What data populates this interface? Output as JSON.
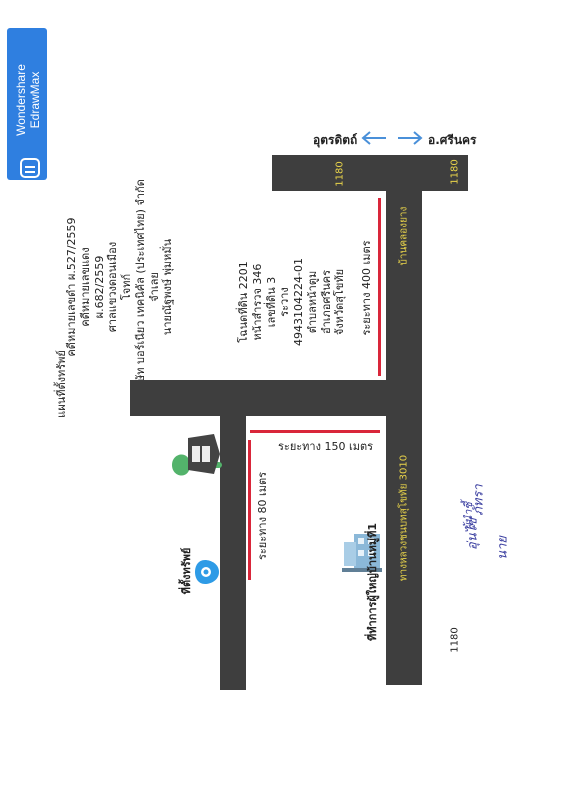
{
  "watermark": {
    "line1": "Wondershare",
    "line2": "EdrawMax"
  },
  "title": "แผนที่ตั้งทรัพย์",
  "case_info": {
    "lines": [
      "คดีหมายเลขดำ ผ.527/2559",
      "คดีหมายเลขแดง",
      "ผ.682/2559",
      "ศาลแขวงดอนเมือง",
      "โจทก์",
      "บริษัท บอร์เนียว เทคนิคัล (ประเทศไทย) จำกัด",
      "จำเลย",
      "นายณัฐพงษ์ พุ่มหมั่น"
    ]
  },
  "deed_info": {
    "lines": [
      "โฉนดที่ดิน 2201",
      "หน้าสำรวจ 346",
      "เลขที่ดิน 3",
      "ระวาง",
      "4943104224-01",
      "ตำบลหน้าตูม",
      "อำเภอศรีนคร",
      "จังหวัดสุโขทัย"
    ]
  },
  "directions": {
    "left": "อุตรดิตถ์",
    "right": "อ.ศรีนคร"
  },
  "road_labels": {
    "route_1180_a": "1180",
    "route_1180_b": "1180",
    "route_1180_c": "1180",
    "village": "บ้านคลองยาง",
    "highway": "ทางหลวงชนบทสุโขทัย 3010"
  },
  "distances": {
    "d400": "ระยะทาง 400 เมตร",
    "d150": "ระยะทาง 150 เมตร",
    "d80": "ระยะทาง 80 เมตร"
  },
  "landmarks": {
    "property": "ที่ตั้งทรัพย์",
    "office": "ที่ทำการผู้ใหญ่บ้านหมู่ที่1"
  },
  "signature": {
    "line1": "ภัทรา",
    "line2": "อุ่นไข",
    "line3": "ผู้นำชี้",
    "line4": "นาย"
  },
  "colors": {
    "road": "#3e3e3e",
    "distance_line": "#d9263a",
    "arrow": "#4a90d9",
    "watermark": "#2f7fe0",
    "pin": "#2e9be6"
  },
  "icons": [
    "location-pin-icon",
    "tree-icon",
    "house-icon",
    "building-icon",
    "arrow-left-icon",
    "arrow-right-icon"
  ]
}
